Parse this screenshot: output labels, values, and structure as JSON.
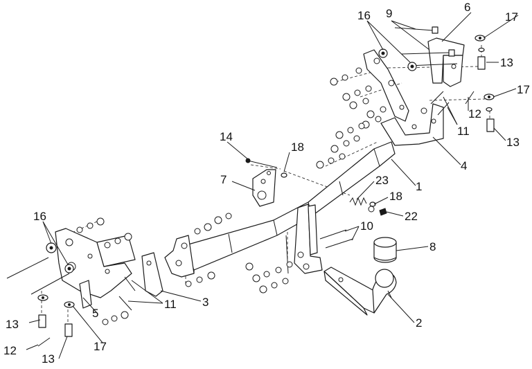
{
  "callouts": [
    {
      "id": "c16a",
      "text": "16"
    },
    {
      "id": "c9",
      "text": "9"
    },
    {
      "id": "c6",
      "text": "6"
    },
    {
      "id": "c17a",
      "text": "17"
    },
    {
      "id": "c13a",
      "text": "13"
    },
    {
      "id": "c17b",
      "text": "17"
    },
    {
      "id": "c12a",
      "text": "12"
    },
    {
      "id": "c11a",
      "text": "11"
    },
    {
      "id": "c13b",
      "text": "13"
    },
    {
      "id": "c4",
      "text": "4"
    },
    {
      "id": "c14",
      "text": "14"
    },
    {
      "id": "c18a",
      "text": "18"
    },
    {
      "id": "c7",
      "text": "7"
    },
    {
      "id": "c1",
      "text": "1"
    },
    {
      "id": "c23",
      "text": "23"
    },
    {
      "id": "c18b",
      "text": "18"
    },
    {
      "id": "c22",
      "text": "22"
    },
    {
      "id": "c10",
      "text": "10"
    },
    {
      "id": "c8",
      "text": "8"
    },
    {
      "id": "c16b",
      "text": "16"
    },
    {
      "id": "c11b",
      "text": "11"
    },
    {
      "id": "c3",
      "text": "3"
    },
    {
      "id": "c5",
      "text": "5"
    },
    {
      "id": "c13c",
      "text": "13"
    },
    {
      "id": "c17c",
      "text": "17"
    },
    {
      "id": "c12b",
      "text": "12"
    },
    {
      "id": "c13d",
      "text": "13"
    },
    {
      "id": "c2",
      "text": "2"
    }
  ]
}
